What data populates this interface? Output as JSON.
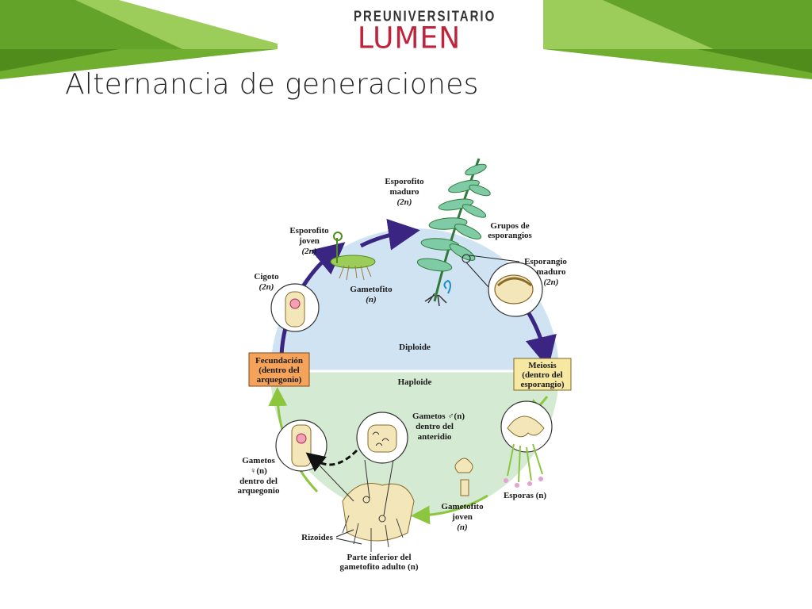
{
  "logo": {
    "line1": "PREUNIVERSITARIO",
    "line2": "LUMEN"
  },
  "slide": {
    "title": "Alternancia de generaciones"
  },
  "diagram": {
    "zones": {
      "upper": "Diploide",
      "lower": "Haploide"
    },
    "esporofito_maduro": [
      "Esporofito",
      "maduro",
      "(2n)"
    ],
    "grupos": [
      "Grupos de",
      "esporangios"
    ],
    "esporangio_maduro": [
      "Esporangio",
      "maduro",
      "(2n)"
    ],
    "esporofito_joven": [
      "Esporofito",
      "joven",
      "(2n)"
    ],
    "cigoto": [
      "Cigoto",
      "(2n)"
    ],
    "gametofito": [
      "Gametofito",
      "(n)"
    ],
    "fecundacion": [
      "Fecundación",
      "(dentro del",
      "arquegonio)"
    ],
    "meiosis": [
      "Meiosis",
      "(dentro del",
      "esporangio)"
    ],
    "gametos_male": [
      "Gametos ♂(n)",
      "dentro del",
      "anteridio"
    ],
    "gametos_female": [
      "Gametos",
      "♀(n)",
      "dentro del",
      "arquegonio"
    ],
    "esporas": "Esporas (n)",
    "gametofito_joven": [
      "Gametofito",
      "joven",
      "(n)"
    ],
    "rizoides": "Rizoides",
    "parte_inferior": [
      "Parte inferior del",
      "gametofito adulto (n)"
    ]
  },
  "colors": {
    "green_dark": "#5e9e25",
    "green_light": "#9ccc5a",
    "diploid_bg": "#cfe3f3",
    "haploid_bg": "#d5ead2",
    "arrow_purple": "#3b2583",
    "arrow_green": "#8cc63f",
    "box_orange": "#f5a35a",
    "box_yellow": "#f6e8a0",
    "logo_red": "#c0243c"
  }
}
